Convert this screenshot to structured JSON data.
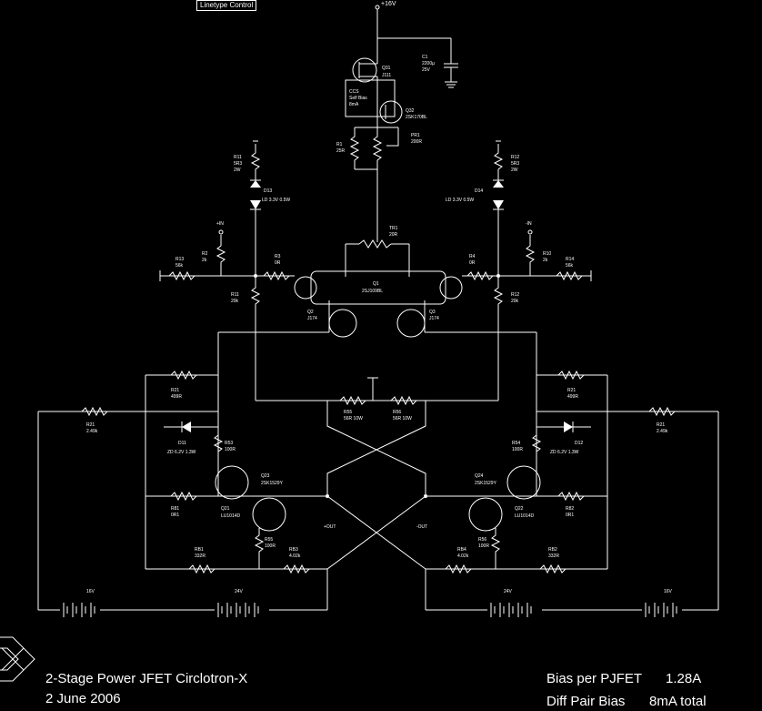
{
  "control_tab": "Linetype Control",
  "title_block": {
    "title": "2-Stage Power JFET Circlotron-X",
    "date": "2 June 2006",
    "bias_label": "Bias per PJFET",
    "bias_value": "1.28A",
    "diff_label": "Diff Pair Bias",
    "diff_value": "8mA total"
  },
  "labels": {
    "supply": "+16V",
    "q31": "Q31",
    "q31_part": "J111",
    "c1": "C1",
    "c1_val": "2200µ",
    "c1_v": "25V",
    "ccs_a": "CCS",
    "ccs_b": "Self Bias",
    "ccs_c": "8mA",
    "q32": "Q32",
    "q32_part": "2SK170BL",
    "r1": "R1",
    "r1_val": "25R",
    "pr1": "PR1",
    "pr1_val": "200R",
    "r11": "R11",
    "r11_val": "5R3",
    "r11_w": "2W",
    "r12": "R12",
    "r12_val": "5R3",
    "r12_w": "2W",
    "d13": "D13",
    "d13_val": "LD 3.3V 0.5W",
    "d14": "D14",
    "d14_val": "LD 3.3V 0.5W",
    "in_p": "+IN",
    "in_n": "-IN",
    "tr1": "TR1",
    "tr1_val": "20R",
    "r2": "R2",
    "r2_val": "2k",
    "r10": "R10",
    "r10_val": "2k",
    "r13": "R13",
    "r13_val": "56k",
    "r14": "R14",
    "r14_val": "56k",
    "r3": "R3",
    "r3_val": "0R",
    "r4": "R4",
    "r4_val": "0R",
    "q1": "Q1",
    "q1_part": "2SJ109BL",
    "r11b": "R11",
    "r11b_val": "20k",
    "r12b": "R12",
    "r12b_val": "20k",
    "q2": "Q2",
    "q2_part": "J174",
    "q3": "Q3",
    "q3_part": "J174",
    "r21l": "R21",
    "r21l_val": "499R",
    "r21r": "R21",
    "r21r_val": "499R",
    "r55": "R55",
    "r55_val": "56R 10W",
    "r56": "R56",
    "r56_val": "56R 10W",
    "r2l": "R21",
    "r2l_val": "2.49k",
    "r2r": "R21",
    "r2r_val": "2.49k",
    "d11": "D11",
    "d11_val": "ZD 6.2V 1.3W",
    "d12": "D12",
    "d12_val": "ZD 6.2V 1.3W",
    "r53": "R53",
    "r53_val": "100R",
    "r54": "R54",
    "r54_val": "100R",
    "q23": "Q23",
    "q23_part": "2SK1529Y",
    "q24": "Q24",
    "q24_part": "2SK1529Y",
    "q21": "Q21",
    "q21_part": "LU1014D",
    "q22": "Q22",
    "q22_part": "LU1014D",
    "r81": "R81",
    "r81_val": "0R1",
    "r82": "R82",
    "r82_val": "0R1",
    "r55b": "R55",
    "r55b_val": "100R",
    "r56b": "R56",
    "r56b_val": "100R",
    "out_p": "+OUT",
    "out_n": "-OUT",
    "rb1": "RB1",
    "rb1_val": "332R",
    "rb2": "RB2",
    "rb2_val": "332R",
    "rb3": "RB3",
    "rb3_val": "4.02k",
    "rb4": "RB4",
    "rb4_val": "4.02k",
    "bat16l": "16V",
    "bat24l": "24V",
    "bat24r": "24V",
    "bat16r": "16V"
  }
}
